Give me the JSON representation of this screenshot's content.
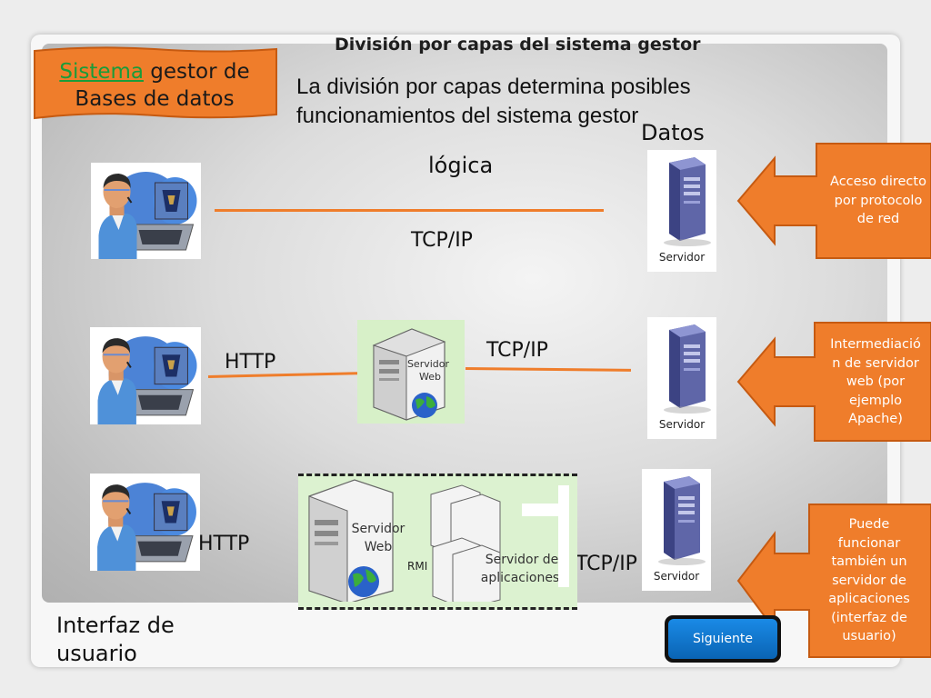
{
  "heading": "División por capas del  sistema gestor",
  "banner": {
    "link_text": "Sistema",
    "text_rest": " gestor de",
    "text_line2": "Bases de datos"
  },
  "intro": "La división por capas determina posibles funcionamientos del sistema  gestor",
  "labels": {
    "datos": "Datos",
    "logica": "lógica",
    "tcpip_1": "TCP/IP",
    "http_2": "HTTP",
    "tcpip_2": "TCP/IP",
    "http_3": "HTTP",
    "tcpip_3": "TCP/IP",
    "interfaz": "Interfaz de usuario"
  },
  "server_labels": {
    "servidor": "Servidor",
    "servidor_web_line1": "Servidor",
    "servidor_web_line2": "Web",
    "rmi": "RMI",
    "app_server_line1": "Servidor de",
    "app_server_line2": "aplicaciones"
  },
  "callouts": {
    "c1": [
      "Acceso directo",
      "por protocolo",
      "de red"
    ],
    "c2": [
      "Intermediació",
      "n de servidor",
      "web (por",
      "ejemplo",
      "Apache)"
    ],
    "c3": [
      "Puede",
      "funcionar",
      "también un",
      "servidor de",
      "aplicaciones",
      "(interfaz de",
      "usuario)"
    ]
  },
  "next_button": "Siguiente",
  "colors": {
    "orange": "#ef7d2b",
    "callout_border": "#c65a11",
    "button_blue": "#0a64b4"
  },
  "icons": {
    "user": "user-at-laptop-icon",
    "server": "server-tower-icon",
    "web_server": "web-server-icon",
    "globe": "globe-icon"
  }
}
